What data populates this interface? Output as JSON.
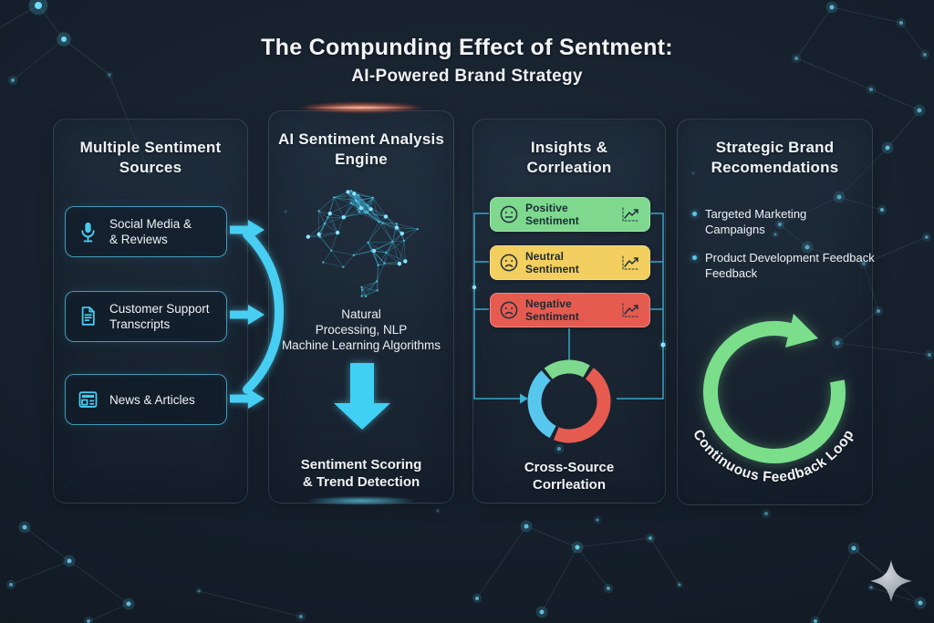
{
  "title": {
    "line1": "The Compunding Effect of Sentment:",
    "line2": "AI-Powered Brand Strategy"
  },
  "panels": {
    "sources": {
      "heading_line1": "Multiple Sentiment",
      "heading_line2": "Sources",
      "items": [
        {
          "icon": "microphone-icon",
          "line1": "Social Media &",
          "line2": "& Reviews"
        },
        {
          "icon": "document-icon",
          "line1": "Customer Support",
          "line2": "Transcripts"
        },
        {
          "icon": "newspaper-icon",
          "line1": "News & Articles"
        }
      ]
    },
    "engine": {
      "heading_line1": "AI Sentiment Analysis",
      "heading_line2": "Engine",
      "graphic": "neural-network-brain",
      "method_line1": "Natural",
      "method_line2": "Processing, NLP",
      "method_line3": "Machine Learning Algorithms",
      "output_line1": "Sentiment Scoring",
      "output_line2": "& Trend Detection"
    },
    "insights": {
      "heading_line1": "Insights &",
      "heading_line2": "Corrleation",
      "items": [
        {
          "label": "Positive Sentiment",
          "color": "#7ed98f",
          "face": "neutral-face-icon"
        },
        {
          "label": "Neutral Sentiment",
          "color": "#f2cf5e",
          "face": "sad-face-icon"
        },
        {
          "label": "Negative Sentiment",
          "color": "#e65b50",
          "face": "sad-face-icon"
        }
      ],
      "caption_line1": "Cross-Source",
      "caption_line2": "Corrleation"
    },
    "strategy": {
      "heading_line1": "Strategic Brand",
      "heading_line2": "Recomendations",
      "bullets": [
        {
          "line1": "Targeted Marketing",
          "line2": "Campaigns"
        },
        {
          "line1": "Product Development Feedback",
          "line2": "Feedback"
        }
      ],
      "loop_label": "Continuous Feedback Loop",
      "loop_color": "#7ade8b"
    }
  },
  "chart_data": {
    "type": "pie",
    "title": "Cross-Source Corrleation",
    "legend_position": "none",
    "segments": [
      {
        "name": "positive",
        "color": "#7ed98f",
        "start_deg": 233,
        "end_deg": 300
      },
      {
        "name": "negative",
        "color": "#e65b50",
        "start_deg": 306,
        "end_deg": 472
      },
      {
        "name": "mixed",
        "color": "#58c7ee",
        "start_deg": 478,
        "end_deg": 588
      }
    ]
  },
  "colors": {
    "accent_cyan": "#49c9ef",
    "connector_cyan": "#3db4d6",
    "positive_green": "#7ed98f",
    "neutral_yellow": "#f2cf5e",
    "negative_red": "#e65b50",
    "loop_green": "#7ade8b",
    "donut_blue": "#58c7ee",
    "engine_glow_red": "#ff7a5c",
    "background": "#141d28",
    "text_light": "#eef3f6",
    "text_dark": "#1c2b34"
  }
}
